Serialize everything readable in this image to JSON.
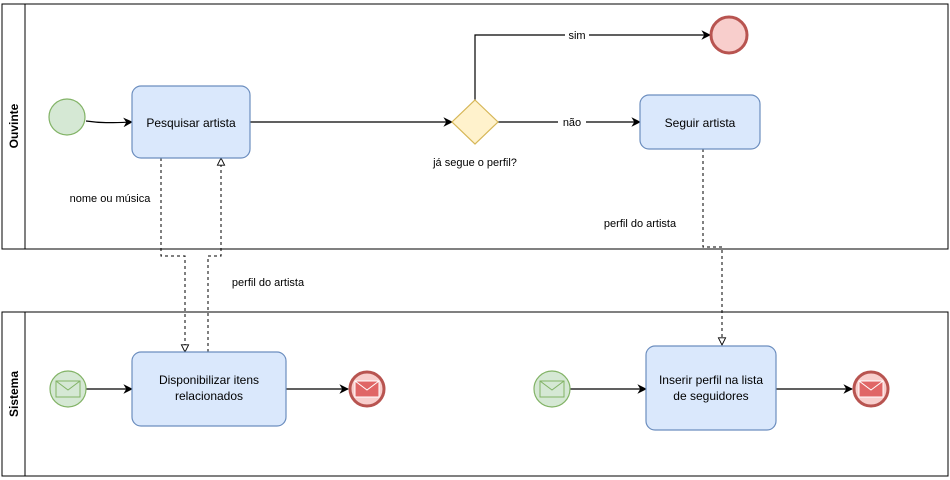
{
  "lanes": {
    "top": {
      "title": "Ouvinte"
    },
    "bottom": {
      "title": "Sistema"
    }
  },
  "tasks": {
    "pesquisar": {
      "lines": [
        "Pesquisar artista"
      ]
    },
    "seguir": {
      "lines": [
        "Seguir artista"
      ]
    },
    "disponibilizar": {
      "lines": [
        "Disponibilizar itens",
        "relacionados"
      ]
    },
    "inserir": {
      "lines": [
        "Inserir perfil na lista",
        "de seguidores"
      ]
    }
  },
  "gateway": {
    "label": "já segue o perfil?"
  },
  "edge_labels": {
    "sim": "sim",
    "nao": "não",
    "nome_ou_musica": "nome ou música",
    "perfil_do_artista_1": "perfil do artista",
    "perfil_do_artista_2": "perfil do artista"
  },
  "colors": {
    "task_fill": "#dae8fc",
    "task_stroke": "#6c8ebf",
    "gateway_fill": "#fff2cc",
    "gateway_stroke": "#d6b656",
    "start_fill": "#d5e8d4",
    "start_stroke": "#82b366",
    "end_fill": "#f8cecc",
    "end_stroke": "#b85450",
    "end_msg_fill": "#e06666"
  }
}
